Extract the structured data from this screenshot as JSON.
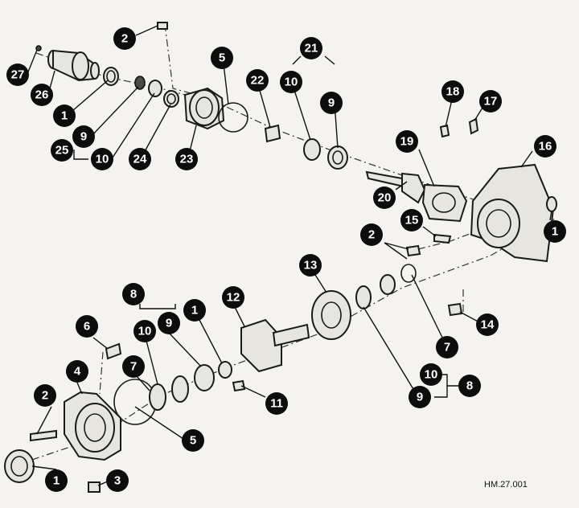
{
  "diagram": {
    "reference_code": "HM.27.001",
    "callouts": [
      {
        "id": "c2a",
        "label": "2"
      },
      {
        "id": "c27",
        "label": "27"
      },
      {
        "id": "c26",
        "label": "26"
      },
      {
        "id": "c1a",
        "label": "1"
      },
      {
        "id": "c5a",
        "label": "5"
      },
      {
        "id": "c22",
        "label": "22"
      },
      {
        "id": "c21",
        "label": "21"
      },
      {
        "id": "c10a",
        "label": "10"
      },
      {
        "id": "c9a",
        "label": "9"
      },
      {
        "id": "c9b",
        "label": "9"
      },
      {
        "id": "c25",
        "label": "25"
      },
      {
        "id": "c10b",
        "label": "10"
      },
      {
        "id": "c24",
        "label": "24"
      },
      {
        "id": "c23",
        "label": "23"
      },
      {
        "id": "c18",
        "label": "18"
      },
      {
        "id": "c17",
        "label": "17"
      },
      {
        "id": "c19",
        "label": "19"
      },
      {
        "id": "c16",
        "label": "16"
      },
      {
        "id": "c20",
        "label": "20"
      },
      {
        "id": "c15",
        "label": "15"
      },
      {
        "id": "c1b",
        "label": "1"
      },
      {
        "id": "c2b",
        "label": "2"
      },
      {
        "id": "c13",
        "label": "13"
      },
      {
        "id": "c8a",
        "label": "8"
      },
      {
        "id": "c12",
        "label": "12"
      },
      {
        "id": "c1c",
        "label": "1"
      },
      {
        "id": "c10c",
        "label": "10"
      },
      {
        "id": "c9c",
        "label": "9"
      },
      {
        "id": "c6",
        "label": "6"
      },
      {
        "id": "c4",
        "label": "4"
      },
      {
        "id": "c7a",
        "label": "7"
      },
      {
        "id": "c14",
        "label": "14"
      },
      {
        "id": "c7b",
        "label": "7"
      },
      {
        "id": "c10d",
        "label": "10"
      },
      {
        "id": "c8b",
        "label": "8"
      },
      {
        "id": "c9d",
        "label": "9"
      },
      {
        "id": "c2c",
        "label": "2"
      },
      {
        "id": "c11",
        "label": "11"
      },
      {
        "id": "c5b",
        "label": "5"
      },
      {
        "id": "c1d",
        "label": "1"
      },
      {
        "id": "c3",
        "label": "3"
      }
    ]
  }
}
